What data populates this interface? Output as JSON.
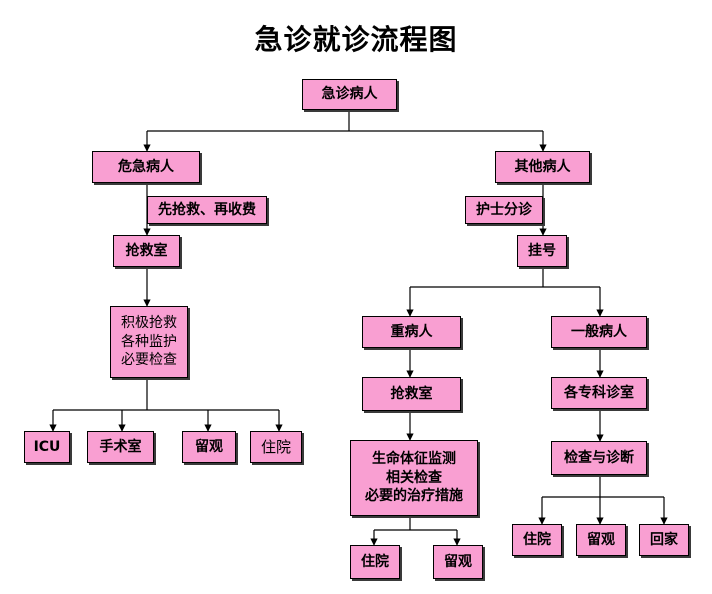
{
  "title": "急诊就诊流程图",
  "colors": {
    "box_fill": "#f99fd2",
    "box_border": "#000000",
    "line": "#000000"
  },
  "nodes": {
    "root": "急诊病人",
    "critical": "危急病人",
    "critical_note": "先抢救、再收费",
    "critical_rescue_room": "抢救室",
    "critical_actions": [
      "积极抢救",
      "各种监护",
      "必要检查"
    ],
    "critical_icu": "ICU",
    "critical_surgery": "手术室",
    "critical_observe": "留观",
    "critical_admit": "住院",
    "other": "其他病人",
    "triage": "护士分诊",
    "registration": "挂号",
    "severe": "重病人",
    "severe_rescue_room": "抢救室",
    "severe_actions": [
      "生命体征监测",
      "相关检查",
      "必要的治疗措施"
    ],
    "severe_admit": "住院",
    "severe_observe": "留观",
    "general": "一般病人",
    "specialty_clinic": "各专科诊室",
    "exam_diagnosis": "检查与诊断",
    "general_admit": "住院",
    "general_observe": "留观",
    "general_home": "回家"
  }
}
